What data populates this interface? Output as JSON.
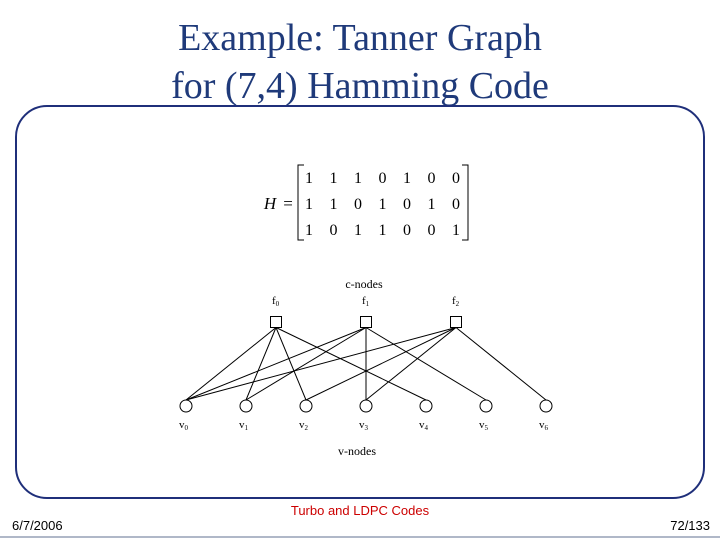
{
  "title_line1": "Example: Tanner Graph",
  "title_line2": "for (7,4) Hamming Code",
  "matrix": {
    "label": "H",
    "equals": "=",
    "rows": [
      [
        "1",
        "1",
        "1",
        "0",
        "1",
        "0",
        "0"
      ],
      [
        "1",
        "1",
        "0",
        "1",
        "0",
        "1",
        "0"
      ],
      [
        "1",
        "0",
        "1",
        "1",
        "0",
        "0",
        "1"
      ]
    ]
  },
  "graph": {
    "c_nodes_label": "c-nodes",
    "v_nodes_label": "v-nodes",
    "c_nodes": [
      {
        "name": "f",
        "sub": "0"
      },
      {
        "name": "f",
        "sub": "1"
      },
      {
        "name": "f",
        "sub": "2"
      }
    ],
    "v_nodes": [
      {
        "name": "v",
        "sub": "0"
      },
      {
        "name": "v",
        "sub": "1"
      },
      {
        "name": "v",
        "sub": "2"
      },
      {
        "name": "v",
        "sub": "3"
      },
      {
        "name": "v",
        "sub": "4"
      },
      {
        "name": "v",
        "sub": "5"
      },
      {
        "name": "v",
        "sub": "6"
      }
    ]
  },
  "footer": {
    "center": "Turbo and LDPC Codes",
    "date": "6/7/2006",
    "page": "72/133"
  },
  "colors": {
    "title": "#1f3a7a",
    "frame": "#1f2f7a",
    "footer_center": "#cc0000"
  }
}
